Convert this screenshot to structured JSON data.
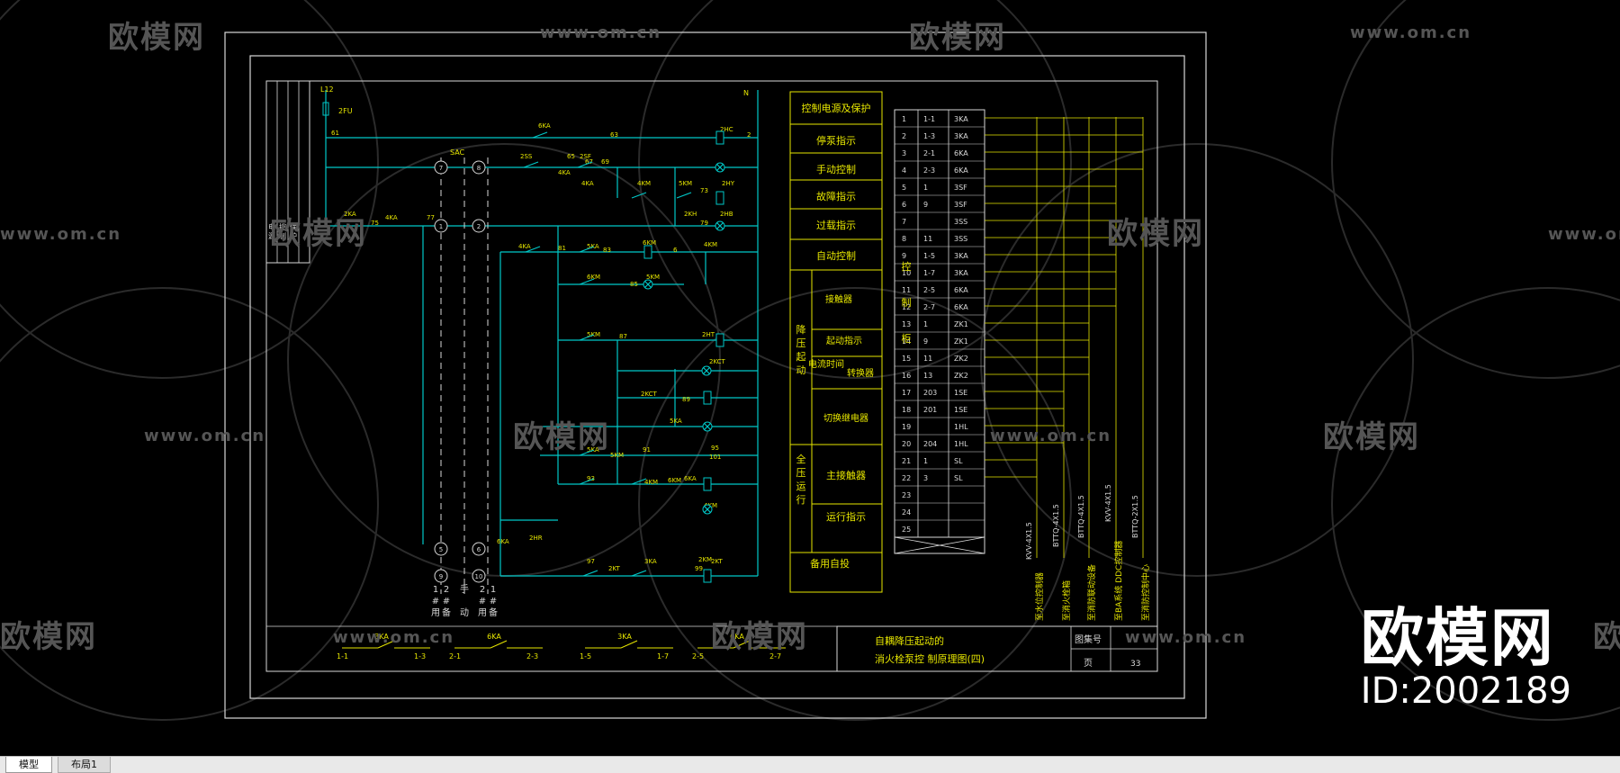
{
  "watermark": {
    "logo_text": "欧模网",
    "url_text": "www.om.cn"
  },
  "brand": {
    "logo_text": "欧模网",
    "id_text": "ID:2002189"
  },
  "tabs": [
    "模型",
    "布局1"
  ],
  "circuit": {
    "supply": {
      "phase": "L12",
      "neutral": "N",
      "fuse": "2FU",
      "switch": "SAC",
      "wire_61": "61",
      "wire_63": "63",
      "wire_2": "2"
    },
    "row_labels": [
      "6KA",
      "2HC",
      "2SS",
      "2SF",
      "4KA",
      "65",
      "67",
      "69",
      "4KA",
      "4KM",
      "5KM",
      "73",
      "2HY",
      "2KA",
      "4KA",
      "75",
      "77",
      "2KH",
      "79",
      "2HB",
      "4KA",
      "81",
      "5KA",
      "83",
      "6KM",
      "6",
      "4KM",
      "6KM",
      "85",
      "5KM",
      "5KM",
      "87",
      "2HT",
      "2KCT",
      "2KCT",
      "89",
      "5KA",
      "5KA",
      "5KM",
      "91",
      "6KM",
      "93",
      "4KM",
      "6KA",
      "4KM",
      "95",
      "6KA",
      "2HR",
      "97",
      "2KT",
      "3KA",
      "99",
      "2KM",
      "101",
      "2KT"
    ],
    "switch_positions": [
      "7",
      "8",
      "1",
      "2",
      "5",
      "6",
      "9",
      "10"
    ],
    "switch_caption_left": "1#用 2#备",
    "switch_caption_mid": "手 动",
    "switch_caption_right": "2#用 1#备",
    "left_strip_text": "电源控制保护",
    "bottom_contacts": [
      {
        "name": "3KA",
        "l": "1-1",
        "r": "1-3"
      },
      {
        "name": "6KA",
        "l": "2-1",
        "r": "2-3"
      },
      {
        "name": "3KA",
        "l": "1-5",
        "r": "1-7"
      },
      {
        "name": "6KA",
        "l": "2-5",
        "r": "2-7"
      }
    ]
  },
  "function_blocks": {
    "rows": [
      "控制电源及保护",
      "停泵指示",
      "手动控制",
      "故障指示",
      "过载指示",
      "自动控制"
    ],
    "group_decompress": "降压起动",
    "decompress_items": [
      "接触器",
      "起动指示",
      "电流时间",
      "转换器",
      "切换继电器"
    ],
    "group_full": "全压运行",
    "full_items": [
      "主接触器",
      "运行指示"
    ],
    "standby": "备用自投"
  },
  "terminal_table": {
    "side_label": "控制柜",
    "rows": [
      [
        "1",
        "1-1",
        "3KA"
      ],
      [
        "2",
        "1-3",
        "3KA"
      ],
      [
        "3",
        "2-1",
        "6KA"
      ],
      [
        "4",
        "2-3",
        "6KA"
      ],
      [
        "5",
        "1",
        "3SF"
      ],
      [
        "6",
        "9",
        "3SF"
      ],
      [
        "7",
        "",
        "3SS"
      ],
      [
        "8",
        "11",
        "3SS"
      ],
      [
        "9",
        "1-5",
        "3KA"
      ],
      [
        "10",
        "1-7",
        "3KA"
      ],
      [
        "11",
        "2-5",
        "6KA"
      ],
      [
        "12",
        "2-7",
        "6KA"
      ],
      [
        "13",
        "1",
        "ZK1"
      ],
      [
        "14",
        "9",
        "ZK1"
      ],
      [
        "15",
        "11",
        "ZK2"
      ],
      [
        "16",
        "13",
        "ZK2"
      ],
      [
        "17",
        "203",
        "1SE"
      ],
      [
        "18",
        "201",
        "1SE"
      ],
      [
        "19",
        "",
        "1HL"
      ],
      [
        "20",
        "204",
        "1HL"
      ],
      [
        "21",
        "1",
        "SL"
      ],
      [
        "22",
        "3",
        "SL"
      ],
      [
        "23",
        "",
        ""
      ],
      [
        "24",
        "",
        ""
      ],
      [
        "25",
        "",
        ""
      ]
    ],
    "cables": [
      "KVV-4X1.5",
      "BTTQ-4X1.5",
      "BTTQ-4X1.5",
      "KVV-4X1.5",
      "BTTQ-2X1.5"
    ],
    "destinations": [
      "至水位控制器",
      "至消火栓箱",
      "至消防联动设备",
      "至BA系统 DDC控制器",
      "至消防控制中心"
    ]
  },
  "title_block": {
    "title_line1": "自耦降压起动的",
    "title_line2": "消火栓泵控  制原理图(四)",
    "atlas_label": "图集号",
    "page_label": "页",
    "page_number": "33"
  }
}
